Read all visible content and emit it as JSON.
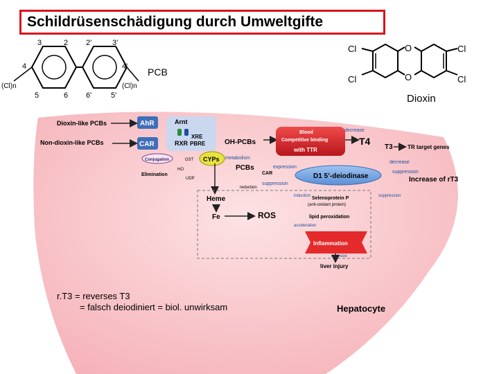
{
  "title": "Schildrüsenschädigung durch Umweltgifte",
  "pcb": {
    "label": "PCB",
    "pos_left": [
      "3",
      "2",
      "2'",
      "3'"
    ],
    "pos_4": "4",
    "pos_4p": "4'",
    "pos_bottom": [
      "5",
      "6",
      "6'",
      "5'"
    ],
    "cl_left": "(Cl)n",
    "cl_right": "(Cl)n"
  },
  "dioxin": {
    "label": "Dioxin",
    "cl": "Cl",
    "o": "O"
  },
  "hepatocyte": {
    "dioxin_like": "Dioxin-like PCBs",
    "non_dioxin_like": "Non-dioxin-like PCBs",
    "ahr": "AhR",
    "car": "CAR",
    "arnt": "Arnt",
    "rxr": "RXR",
    "xre": "XRE",
    "pbre": "PBRE",
    "cyps": "CYPs",
    "oh_pcbs": "OH-PCBs",
    "metabolism": "metabolism",
    "pcbs": "PCBs",
    "conjugation": "Conjugation",
    "gst": "GST",
    "ho": "HO",
    "udp": "UDP",
    "elimination": "Elimination",
    "blood": "Blood",
    "competitive": "Competitive binding",
    "with_ttr": "with TTR",
    "decrease_top": "decrease",
    "t4": "T4",
    "t3": "T3",
    "tr_target": "TR target genes",
    "decrease_mid": "decrease",
    "suppression_mid": "suppression",
    "increase_rt3": "Increase of rT3",
    "expression": "expression",
    "car2": "CAR",
    "suppression_car": "suppression",
    "d1": "D1 5’-deiodinase",
    "reduction": "reduction",
    "heme": "Heme",
    "fe": "Fe",
    "ros": "ROS",
    "induction": "induction",
    "selenoprotein": "Selenoprotein P",
    "antioxidant": "(anti-oxidant protein)",
    "suppression_right": "suppression",
    "lipid": "lipid peroxidation",
    "acceleration": "acceleration",
    "inflammation": "Inflammation",
    "increase": "increase",
    "liver_injury": "liver injury",
    "cell_label": "Hepatocyte"
  },
  "note": {
    "line1": "r.T3 = reverses T3",
    "line2": "= falsch deiodiniert = biol. unwirksam"
  }
}
